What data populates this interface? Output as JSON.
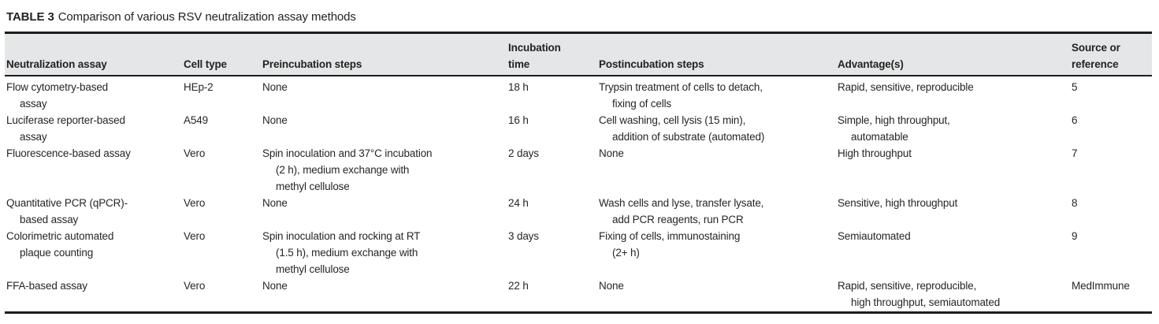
{
  "page": {
    "title_label": "TABLE 3",
    "title_text": "Comparison of various RSV neutralization assay methods"
  },
  "table": {
    "headers": {
      "assay": "Neutralization assay",
      "cell_type": "Cell type",
      "preincubation": "Preincubation steps",
      "incubation_time": "Incubation\ntime",
      "postincubation": "Postincubation steps",
      "advantages": "Advantage(s)",
      "source": "Source or\nreference"
    },
    "rows": [
      {
        "assay": "Flow cytometry-based\nassay",
        "cell_type": "HEp-2",
        "preincubation": "None",
        "incubation_time": "18 h",
        "postincubation": "Trypsin treatment of cells to detach,\nfixing of cells",
        "advantages": "Rapid, sensitive, reproducible",
        "source": "5"
      },
      {
        "assay": "Luciferase reporter-based\nassay",
        "cell_type": "A549",
        "preincubation": "None",
        "incubation_time": "16 h",
        "postincubation": "Cell washing, cell lysis (15 min),\naddition of substrate (automated)",
        "advantages": "Simple, high throughput,\nautomatable",
        "source": "6"
      },
      {
        "assay": "Fluorescence-based assay",
        "cell_type": "Vero",
        "preincubation": "Spin inoculation and 37°C incubation\n(2 h), medium exchange with\nmethyl cellulose",
        "incubation_time": "2 days",
        "postincubation": "None",
        "advantages": "High throughput",
        "source": "7"
      },
      {
        "assay": "Quantitative PCR (qPCR)-\nbased assay",
        "cell_type": "Vero",
        "preincubation": "None",
        "incubation_time": "24 h",
        "postincubation": "Wash cells and lyse, transfer lysate,\nadd PCR reagents, run PCR",
        "advantages": "Sensitive, high throughput",
        "source": "8"
      },
      {
        "assay": "Colorimetric automated\nplaque counting",
        "cell_type": "Vero",
        "preincubation": "Spin inoculation and rocking at RT\n(1.5 h), medium exchange with\nmethyl cellulose",
        "incubation_time": "3 days",
        "postincubation": "Fixing of cells, immunostaining\n(2+ h)",
        "advantages": "Semiautomated",
        "source": "9"
      },
      {
        "assay": "FFA-based assay",
        "cell_type": "Vero",
        "preincubation": "None",
        "incubation_time": "22 h",
        "postincubation": "None",
        "advantages": "Rapid, sensitive, reproducible,\nhigh throughput, semiautomated",
        "source": "MedImmune"
      }
    ]
  }
}
